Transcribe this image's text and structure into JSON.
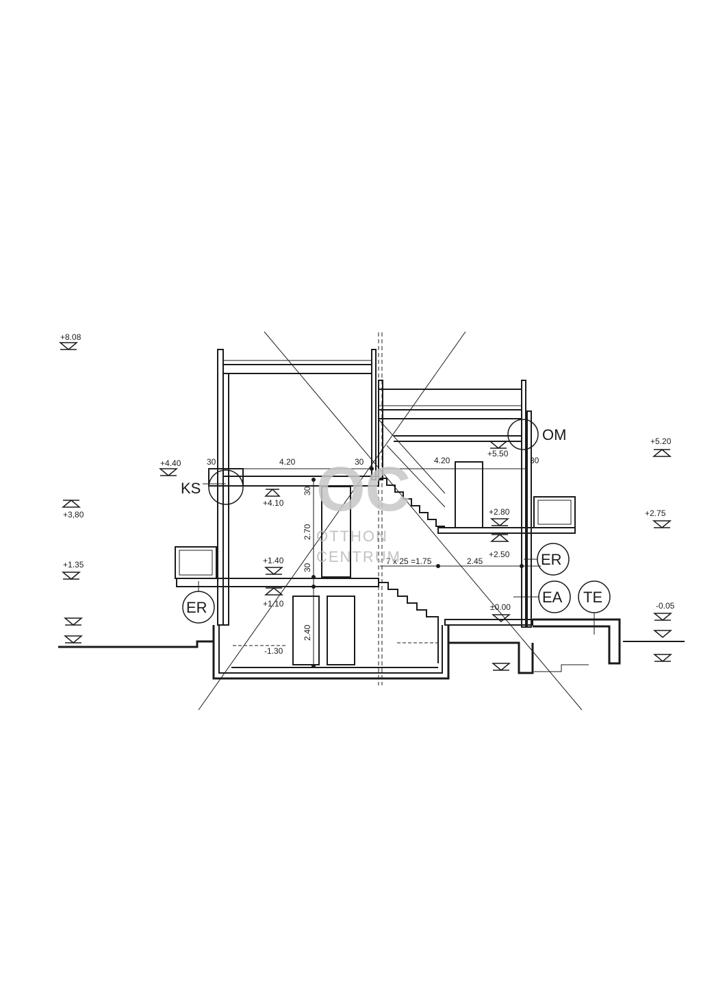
{
  "levels": {
    "left": [
      "+8.08",
      "+4.40",
      "+3,80",
      "+1.35"
    ],
    "right": [
      "+5.20",
      "+2.75",
      "-0.05"
    ],
    "interior": [
      "+4.10",
      "+5.50",
      "+2.80",
      "+2.50",
      "+1.40",
      "+1.10",
      "±0.00",
      "-1.30"
    ]
  },
  "dimensions": {
    "w_top_left": "4.20",
    "w_top_right": "4.20",
    "wall_1": "30",
    "wall_2": "30",
    "wall_3": "30",
    "stair": "7 x 25 =1.75",
    "run": "2.45",
    "h_upper": "2.70",
    "h_lower": "2.40",
    "slab_1": "30",
    "slab_2": "30"
  },
  "tags": [
    "KS",
    "OM",
    "ER",
    "ER",
    "EA",
    "TE"
  ],
  "watermark": {
    "logo": "OC",
    "line1": "OTTHON",
    "line2": "CENTRUM"
  }
}
